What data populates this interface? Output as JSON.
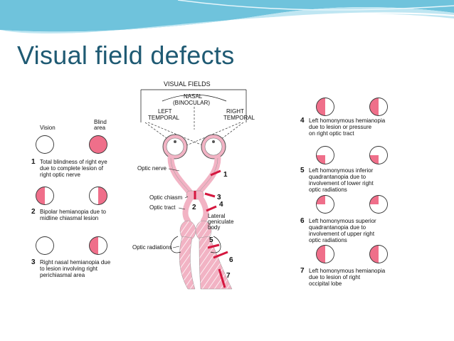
{
  "slide": {
    "title": "Visual field defects",
    "colors": {
      "title": "#1f5a73",
      "wave_dark": "#6fc3dc",
      "wave_light": "#bfe6f2",
      "blind": "#ef6f8a",
      "pathway": "#f2b3c4",
      "lesion_bar": "#d5173f"
    }
  },
  "figure": {
    "header": {
      "visual_fields": "VISUAL FIELDS",
      "nasal": "NASAL",
      "binocular": "(BINOCULAR)",
      "left": "LEFT",
      "left_temporal": "TEMPORAL",
      "right": "RIGHT",
      "right_temporal": "TEMPORAL"
    },
    "legend": {
      "vision": "Vision",
      "blind_area": "Blind area"
    },
    "anatomy": {
      "optic_nerve": "Optic nerve",
      "optic_chiasm": "Optic chiasm",
      "optic_tract": "Optic tract",
      "lateral": "Lateral",
      "geniculate": "geniculate",
      "body": "body",
      "optic_radiations": "Optic radiations"
    },
    "lesion_markers": [
      "1",
      "2",
      "3",
      "4",
      "5",
      "6",
      "7"
    ],
    "defects": [
      {
        "num": "1",
        "lines": [
          "Total blindness of right eye",
          "due to complete lesion of",
          "right optic nerve"
        ],
        "left_field": "none",
        "right_field": "full"
      },
      {
        "num": "2",
        "lines": [
          "Bipolar hemianopia due to",
          "midline chiasmal lesion"
        ],
        "left_field": "left-half",
        "right_field": "right-half"
      },
      {
        "num": "3",
        "lines": [
          "Right nasal hemianopia due",
          "to lesion involving right",
          "perichiasmal area"
        ],
        "left_field": "none",
        "right_field": "left-half"
      },
      {
        "num": "4",
        "lines": [
          "Left homonymous hemianopia",
          "due to lesion or pressure",
          "on right optic tract"
        ],
        "left_field": "left-half",
        "right_field": "left-half"
      },
      {
        "num": "5",
        "lines": [
          "Left homonymous inferior",
          "quadrantanopia due to",
          "involvement of lower right",
          "optic radiations"
        ],
        "left_field": "lower-left",
        "right_field": "lower-left"
      },
      {
        "num": "6",
        "lines": [
          "Left homonymous superior",
          "quadrantanopia due to",
          "involvement of upper right",
          "optic radiations"
        ],
        "left_field": "upper-left",
        "right_field": "upper-left"
      },
      {
        "num": "7",
        "lines": [
          "Left homonymous hemianopia",
          "due to lesion of right",
          "occipital lobe"
        ],
        "left_field": "left-half",
        "right_field": "left-half"
      }
    ]
  }
}
